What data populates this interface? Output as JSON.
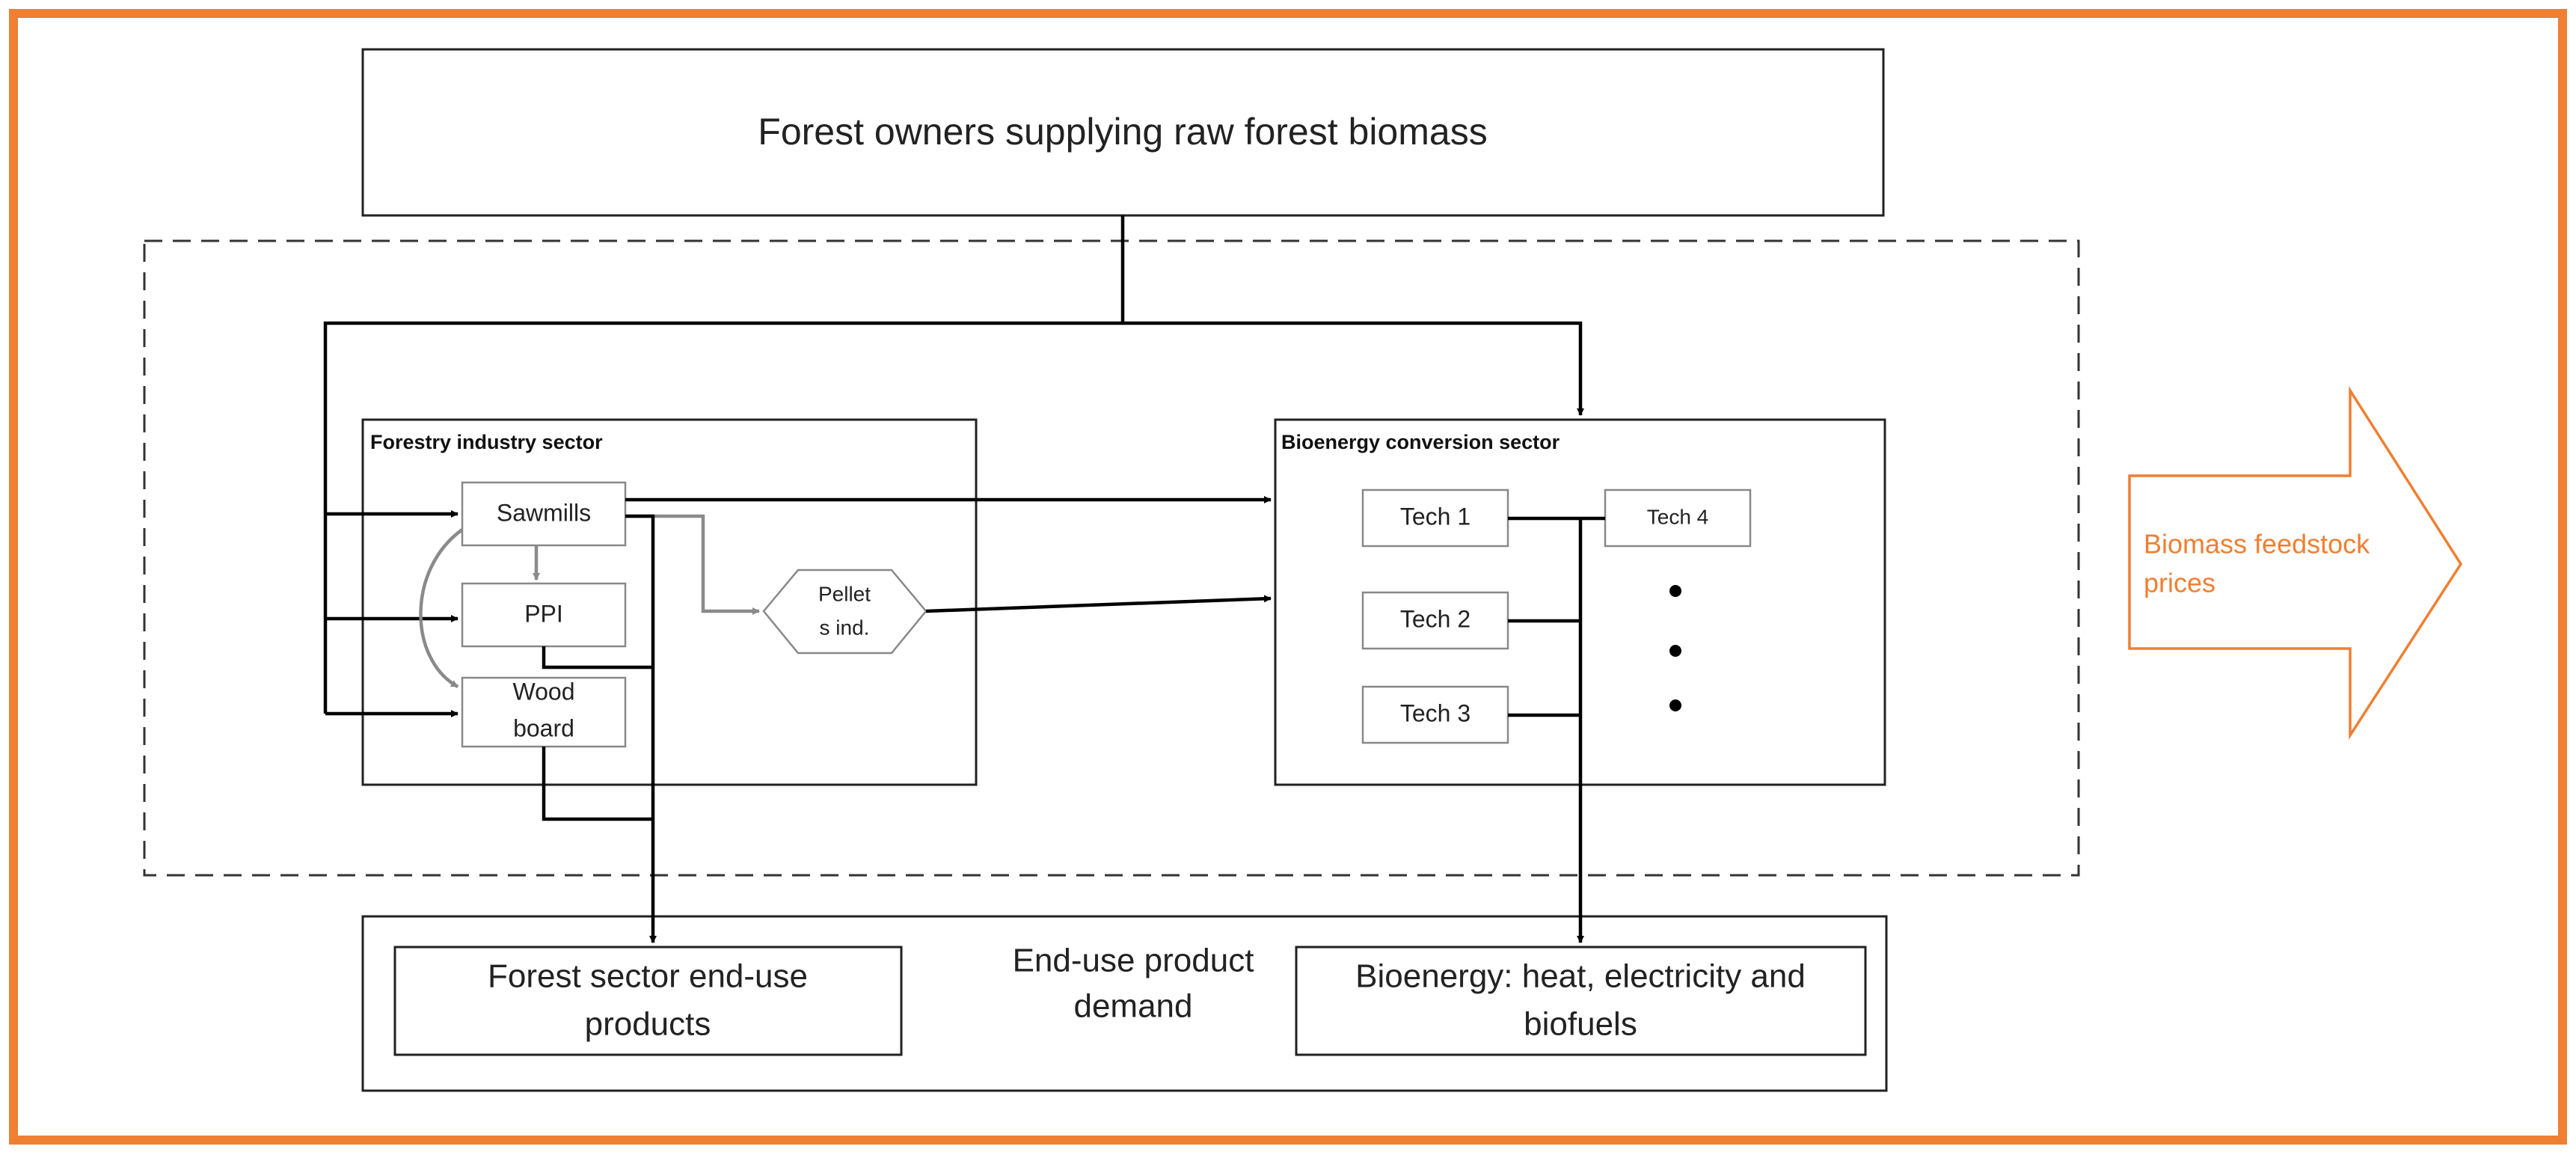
{
  "colors": {
    "accent": "#ef7f32",
    "line": "#000000",
    "grey_line": "#8a8a8a",
    "box_border": "#888888"
  },
  "nodes": {
    "forest_owners": "Forest owners supplying raw forest biomass",
    "forestry_sector": "Forestry industry sector",
    "bioenergy_sector": "Bioenergy conversion sector",
    "sawmills": "Sawmills",
    "ppi": "PPI",
    "wood_board": [
      "Wood",
      "board"
    ],
    "pellets": [
      "Pellet",
      "s ind."
    ],
    "tech1": "Tech 1",
    "tech2": "Tech 2",
    "tech3": "Tech 3",
    "tech4": "Tech 4",
    "demand": [
      "End-use product",
      "demand"
    ],
    "forest_products": [
      "Forest sector end-use",
      "products"
    ],
    "bioenergy_products": [
      "Bioenergy: heat, electricity and",
      "biofuels"
    ],
    "prices": [
      "Biomass feedstock",
      "prices"
    ]
  }
}
